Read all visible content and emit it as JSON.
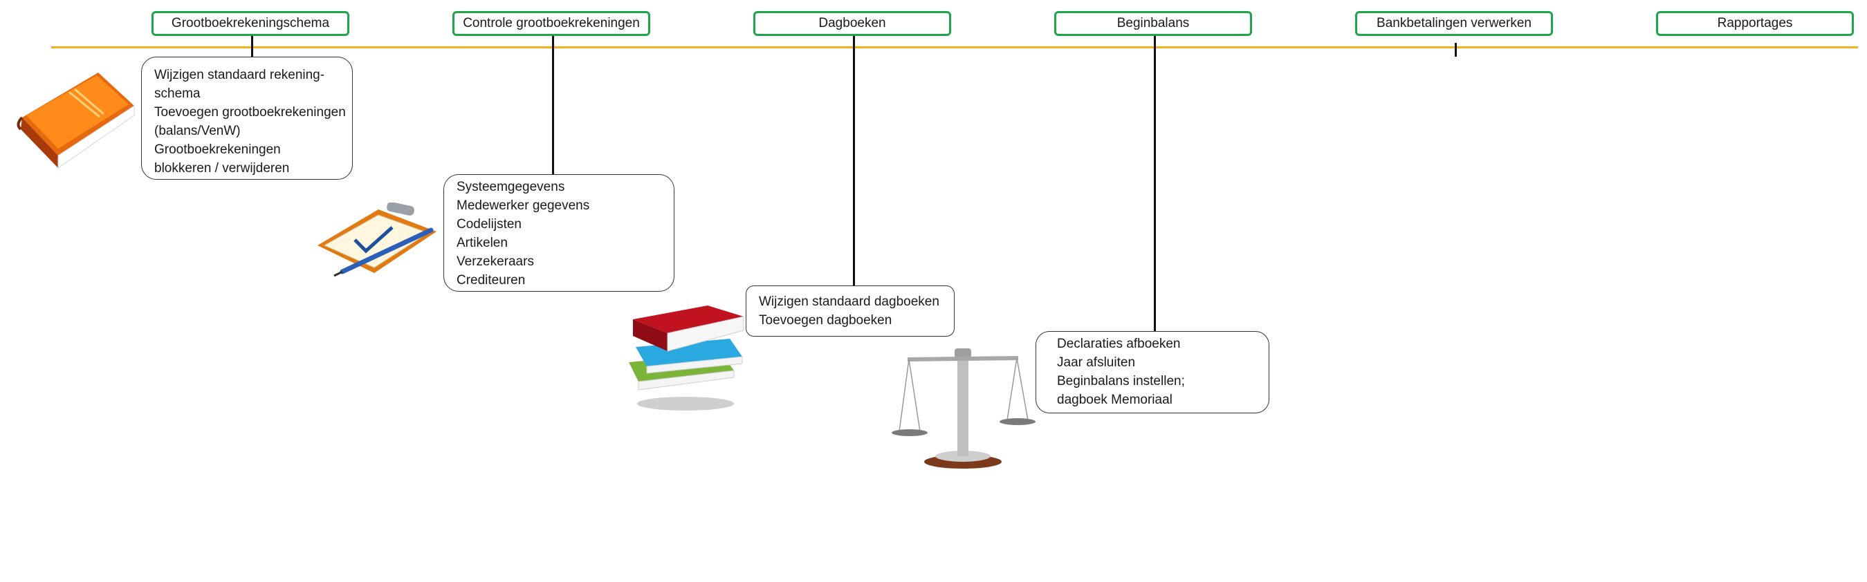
{
  "steps": [
    {
      "label": "Grootboekrekeningschema"
    },
    {
      "label": "Controle grootboekrekeningen"
    },
    {
      "label": "Dagboeken"
    },
    {
      "label": "Beginbalans"
    },
    {
      "label": "Bankbetalingen verwerken"
    },
    {
      "label": "Rapportages"
    }
  ],
  "cards": [
    {
      "lines": [
        "Wijzigen standaard rekening-",
        "schema",
        "Toevoegen grootboekrekeningen",
        "(balans/VenW)",
        "Grootboekrekeningen",
        "blokkeren / verwijderen"
      ]
    },
    {
      "lines": [
        "Systeemgegevens",
        "Medewerker gegevens",
        "Codelijsten",
        "Artikelen",
        "Verzekeraars",
        "Crediteuren"
      ]
    },
    {
      "lines": [
        "Wijzigen standaard dagboeken",
        "Toevoegen dagboeken"
      ]
    },
    {
      "lines": [
        "Declaraties afboeken",
        "Jaar afsluiten",
        "Beginbalans instellen;",
        "dagboek Memoriaal"
      ]
    }
  ],
  "icons": [
    "book-icon",
    "clipboard-icon",
    "books-stack-icon",
    "scales-icon"
  ],
  "colors": {
    "timeline": "#f0b21e",
    "step_border": "#1fa64a"
  }
}
